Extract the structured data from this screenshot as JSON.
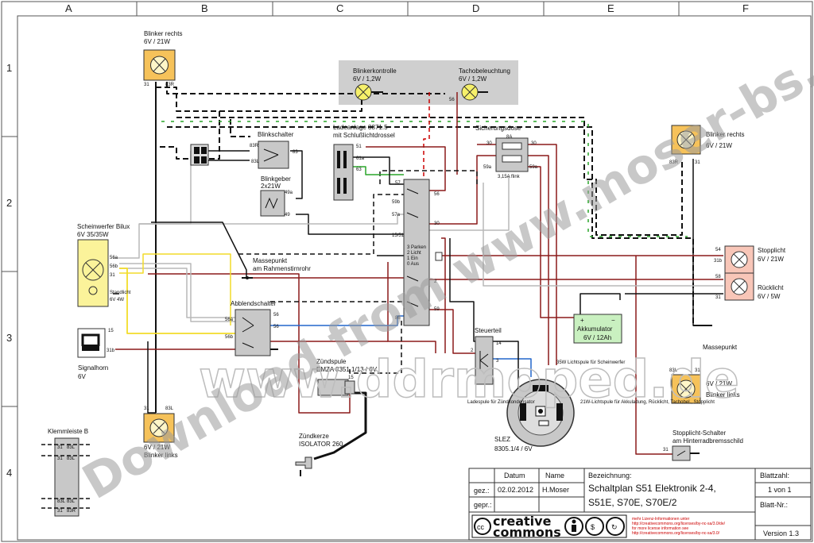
{
  "columns": [
    "A",
    "B",
    "C",
    "D",
    "E",
    "F"
  ],
  "rows": [
    "1",
    "2",
    "3",
    "4"
  ],
  "components": {
    "blinker_rechts_top": {
      "name": "Blinker rechts",
      "rating": "6V / 21W",
      "pin_left": "31",
      "pin_right": "83R"
    },
    "blinker_rechts_right": {
      "name": "Blinker rechts",
      "rating": "6V / 21W",
      "pin_left": "83R",
      "pin_right": "31"
    },
    "blinker_links_bottom": {
      "rating": "6V / 21W",
      "name": "Blinker links",
      "pin_left": "31",
      "pin_right": "83L"
    },
    "blinker_links_right": {
      "rating": "6V / 21W",
      "name": "Blinker links",
      "pin_left": "83L",
      "pin_right": "31"
    },
    "blinkerkontrolle": {
      "name": "Blinkerkontrolle",
      "rating": "6V / 1,2W"
    },
    "tachobeleuchtung": {
      "name": "Tachobeleuchtung",
      "rating": "6V / 1,2W",
      "pin": "56"
    },
    "blinkschalter": {
      "name": "Blinkschalter",
      "pin_83r": "83R",
      "pin_83l": "83L",
      "pin_83": "83"
    },
    "blinkgeber": {
      "name": "Blinkgeber",
      "rating": "2x21W",
      "pin_49a": "49a",
      "pin_49": "49"
    },
    "ladeanlage": {
      "name": "Ladeanlage 8871.5",
      "sub": "mit Schlußlichtdrossel",
      "pin_51": "51",
      "pin_61a": "61a",
      "pin_63": "63"
    },
    "sicherungsdose": {
      "name": "Sicherungsdose",
      "fuse": "8A",
      "small_fuse": "3,15A flink",
      "pin_30a": "30",
      "pin_30b": "30",
      "pin_59a": "59a",
      "pin_59b": "59a"
    },
    "scheinwerfer": {
      "name": "Scheinwerfer Bilux",
      "rating": "6V 35/35W",
      "pin_56a": "56a",
      "pin_56b": "56b",
      "pin_31": "31",
      "standlicht": "Standlicht",
      "standlicht_rating": "6V 4W"
    },
    "massepunkt_rahmen": {
      "name": "Massepunkt",
      "sub": "am Rahmenstirnrohr"
    },
    "zuendschloss": {
      "pins": [
        "57",
        "56",
        "59b",
        "57a",
        "30",
        "15/51",
        "2",
        "59"
      ],
      "legend": [
        "3 Parken",
        "2 Licht",
        "1 Ein",
        "0 Aus"
      ]
    },
    "abblendschalter": {
      "name": "Abblendschalter",
      "pin_56a": "56a",
      "pin_56b": "56b",
      "pin_56": "56",
      "pin_56c": "56",
      "pin_86": "86"
    },
    "signalhorn": {
      "name": "Signalhorn",
      "rating": "6V",
      "pin_15": "15",
      "pin_31b": "31b"
    },
    "stopplicht": {
      "name": "Stopplicht",
      "rating": "6V / 21W",
      "pin_54": "54",
      "pin_31b": "31b"
    },
    "ruecklicht": {
      "name": "Rücklicht",
      "rating": "6V / 5W",
      "pin_58": "58",
      "pin_31": "31"
    },
    "akkumulator": {
      "name": "Akkumulator",
      "rating": "6V / 12Ah",
      "plus": "+",
      "minus": "−"
    },
    "massepunkt_right": {
      "name": "Massepunkt"
    },
    "steuerteil": {
      "name": "Steuerteil",
      "pin_14": "14",
      "pin_2": "2",
      "pin_3": "3"
    },
    "zuendspule": {
      "name": "Zündspule",
      "type": "EMZA 8351.1/13 / 6V",
      "pin_15": "15"
    },
    "zuendkerze": {
      "name": "Zündkerze",
      "type": "ISOLATOR 260"
    },
    "slez": {
      "name": "SLEZ",
      "type": "8305.1/4 / 6V",
      "lichtspule": "35W Lichtspule für Scheinwerfer",
      "ladespule": "Ladespule für Zündkondensator",
      "w21_spule": "21W-Lichtspule für Akkuladung, Rücklicht, Tachobel., Stopplicht"
    },
    "stopplicht_schalter": {
      "name": "Stopplicht-Schalter",
      "sub": "am Hinterradbremsschild",
      "pin_31": "31"
    },
    "klemmleiste": {
      "name": "Klemmleiste B",
      "pins_top": [
        "31",
        "83L",
        "31",
        "83L"
      ],
      "pins_bottom": [
        "83L",
        "83L",
        "31",
        "83R"
      ]
    }
  },
  "title_block": {
    "col_datum": "Datum",
    "col_name": "Name",
    "row_gez": "gez.:",
    "gez_datum": "02.02.2012",
    "gez_name": "H.Moser",
    "row_gepr": "gepr.:",
    "bezeichnung_label": "Bezeichnung:",
    "bezeichnung_line1": "Schaltplan S51 Elektronik 2-4,",
    "bezeichnung_line2": "S51E, S70E, S70E/2",
    "blattzahl_label": "Blattzahl:",
    "blattzahl_value": "1 von 1",
    "blatt_nr_label": "Blatt-Nr.:",
    "version": "Version 1.3",
    "license_line1": "mehr Lizenz-Informationen unter",
    "license_line2": "http://creativecommons.org/licenses/by-nc-sa/3.0/de/",
    "license_line3": "for more license information see",
    "license_line4": "http://creativecommons.org/licenses/by-nc-sa/3.0/"
  },
  "logo": {
    "line1": "creative",
    "line2": "commons"
  },
  "watermark": {
    "text1": "Download from www.moser-bs.de",
    "text2": "www.ddrmoped.de"
  },
  "colors": {
    "wire_black": "#111111",
    "wire_red": "#8b1a1a",
    "wire_grey": "#b8b8b8",
    "wire_yellow": "#f2dc2a",
    "wire_green": "#2aa52a",
    "wire_blue": "#2266cc",
    "lamp_fill": "#f6c25a",
    "stop_fill": "#f8c6b8",
    "akku_fill": "#c9f0c0",
    "scheinwerfer_fill": "#fbf39a",
    "box_fill": "#c8c8c8"
  }
}
